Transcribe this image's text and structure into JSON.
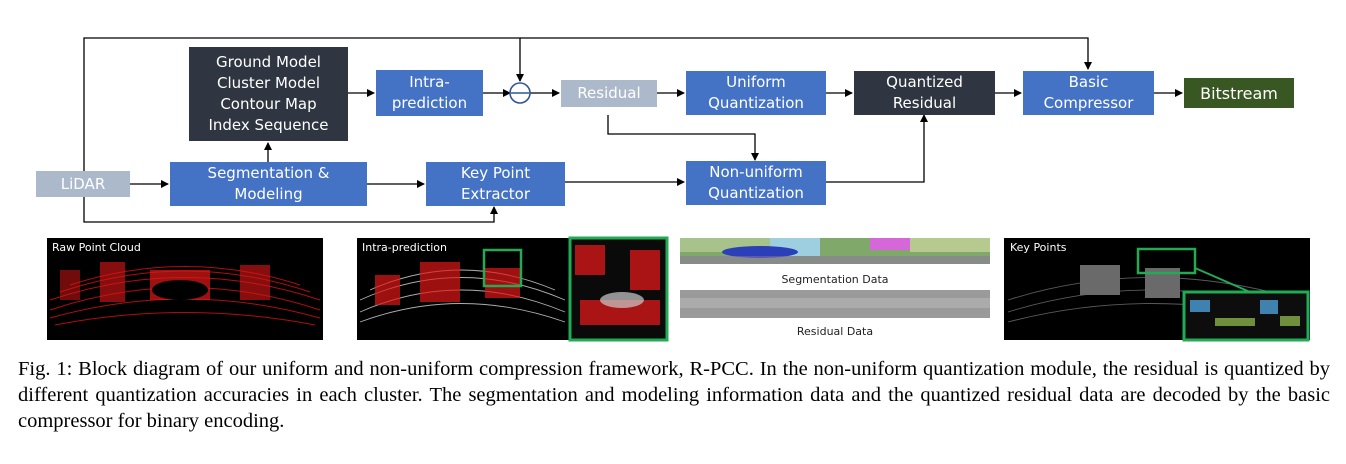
{
  "blocks": {
    "lidar": "LiDAR",
    "segmentation": "Segmentation &\nModeling",
    "model_info": "Ground Model\nCluster Model\nContour Map\nIndex Sequence",
    "intra_prediction": "Intra-\nprediction",
    "residual": "Residual",
    "uniform_quantization": "Uniform\nQuantization",
    "quantized_residual": "Quantized\nResidual",
    "basic_compressor": "Basic\nCompressor",
    "bitstream": "Bitstream",
    "key_point_extractor": "Key Point\nExtractor",
    "nonuniform_quantization": "Non-uniform\nQuantization"
  },
  "panels": {
    "raw": "Raw Point Cloud",
    "intra": "Intra-prediction",
    "segmentation_data": "Segmentation Data",
    "residual_data": "Residual Data",
    "key_points": "Key Points"
  },
  "caption": "Fig. 1: Block diagram of our uniform and non-uniform compression framework, R-PCC. In the non-uniform quantization module, the residual is quantized by different quantization accuracies in each cluster. The segmentation and modeling information data and the quantized residual data are decoded by the basic compressor for binary encoding.",
  "colors": {
    "process_block": "#4472c4",
    "data_block": "#2f3541",
    "residual_block": "#acb9ca",
    "output_block": "#385723",
    "highlight": "#22aa55"
  }
}
